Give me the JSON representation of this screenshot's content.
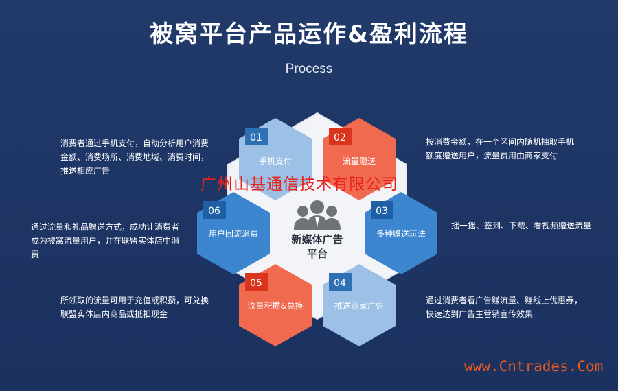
{
  "header": {
    "title": "被窝平台产品运作&盈利流程",
    "subtitle": "Process"
  },
  "center": {
    "icon": "users-group-icon",
    "label_line1": "新媒体广告",
    "label_line2": "平台"
  },
  "steps": [
    {
      "num": "01",
      "label": "手机支付",
      "color": "#9cc0e6",
      "tab_color": "#2f6fb4"
    },
    {
      "num": "02",
      "label": "流量赠送",
      "color": "#ef6a4f",
      "tab_color": "#d8351c"
    },
    {
      "num": "03",
      "label": "多种赠送玩法",
      "color": "#3b86cf",
      "tab_color": "#1f5fa5"
    },
    {
      "num": "04",
      "label": "推送商家广告",
      "color": "#9cc0e6",
      "tab_color": "#2f6fb4"
    },
    {
      "num": "05",
      "label": "流量积攒&兑换",
      "color": "#ef6a4f",
      "tab_color": "#d8351c"
    },
    {
      "num": "06",
      "label": "用户回流消费",
      "color": "#3b86cf",
      "tab_color": "#1f5fa5"
    }
  ],
  "descriptions": {
    "step01": [
      "消费者通过手机支付，自动分析用户消费",
      "金额、消费场所、消费地域、消费时间，",
      "推送相应广告"
    ],
    "step02": [
      "按消费金额，在一个区间内随机抽取手机",
      "额度赠送用户，流量费用由商家支付"
    ],
    "step03": [
      "摇一摇、签到、下载、看视频赠送流量"
    ],
    "step04": [
      "通过消费者看广告赚流量、赚线上优惠券，",
      "快速达到广告主营销宣传效果"
    ],
    "step05": [
      "所领取的流量可用于充值或积攒，可兑换",
      "联盟实体店内商品或抵扣现金"
    ],
    "step06": [
      "通过流量和礼品赠送方式，成功让消费者",
      "成为被窝流量用户，并在联盟实体店中消",
      "费"
    ]
  },
  "watermarks": {
    "company": "广州山基通信技术有限公司",
    "url": "www.Cntrades.Com"
  }
}
